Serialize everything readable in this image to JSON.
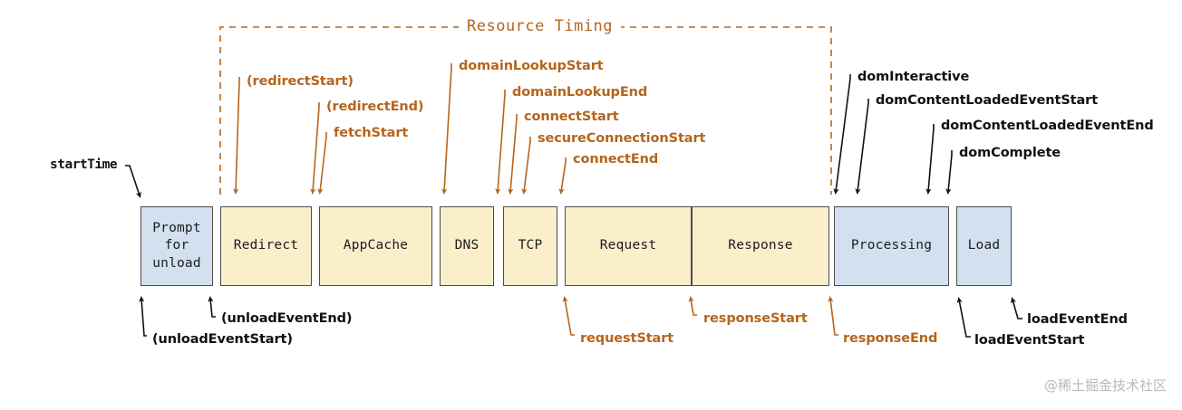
{
  "diagram": {
    "title": "Resource Timing",
    "watermark": "@稀土掘金技术社区",
    "colors": {
      "cream_fill": "#faeecb",
      "blue_fill": "#d3e0f0",
      "box_border": "#4d4d4d",
      "orange_accent": "#b5651d",
      "black_accent": "#111111"
    }
  },
  "phases": [
    {
      "id": "prompt-for-unload",
      "label": "Prompt\nfor\nunload",
      "color": "blue"
    },
    {
      "id": "redirect",
      "label": "Redirect",
      "color": "cream"
    },
    {
      "id": "appcache",
      "label": "AppCache",
      "color": "cream"
    },
    {
      "id": "dns",
      "label": "DNS",
      "color": "cream"
    },
    {
      "id": "tcp",
      "label": "TCP",
      "color": "cream"
    },
    {
      "id": "request",
      "label": "Request",
      "color": "cream"
    },
    {
      "id": "response",
      "label": "Response",
      "color": "cream"
    },
    {
      "id": "processing",
      "label": "Processing",
      "color": "blue"
    },
    {
      "id": "load",
      "label": "Load",
      "color": "blue"
    }
  ],
  "labels_top_orange": [
    {
      "id": "redirect-start",
      "text": "(redirectStart)"
    },
    {
      "id": "redirect-end",
      "text": "(redirectEnd)"
    },
    {
      "id": "fetch-start",
      "text": "fetchStart"
    },
    {
      "id": "domain-lookup-start",
      "text": "domainLookupStart"
    },
    {
      "id": "domain-lookup-end",
      "text": "domainLookupEnd"
    },
    {
      "id": "connect-start",
      "text": "connectStart"
    },
    {
      "id": "secure-connection-start",
      "text": "secureConnectionStart"
    },
    {
      "id": "connect-end",
      "text": "connectEnd"
    }
  ],
  "labels_top_black": [
    {
      "id": "dom-interactive",
      "text": "domInteractive"
    },
    {
      "id": "dom-content-loaded-event-start",
      "text": "domContentLoadedEventStart"
    },
    {
      "id": "dom-content-loaded-event-end",
      "text": "domContentLoadedEventEnd"
    },
    {
      "id": "dom-complete",
      "text": "domComplete"
    }
  ],
  "labels_left": [
    {
      "id": "start-time",
      "text": "startTime"
    }
  ],
  "labels_bottom_black": [
    {
      "id": "unload-event-end",
      "text": "(unloadEventEnd)"
    },
    {
      "id": "unload-event-start",
      "text": "(unloadEventStart)"
    },
    {
      "id": "load-event-end",
      "text": "loadEventEnd"
    },
    {
      "id": "load-event-start",
      "text": "loadEventStart"
    }
  ],
  "labels_bottom_orange": [
    {
      "id": "request-start",
      "text": "requestStart"
    },
    {
      "id": "response-start",
      "text": "responseStart"
    },
    {
      "id": "response-end",
      "text": "responseEnd"
    }
  ]
}
